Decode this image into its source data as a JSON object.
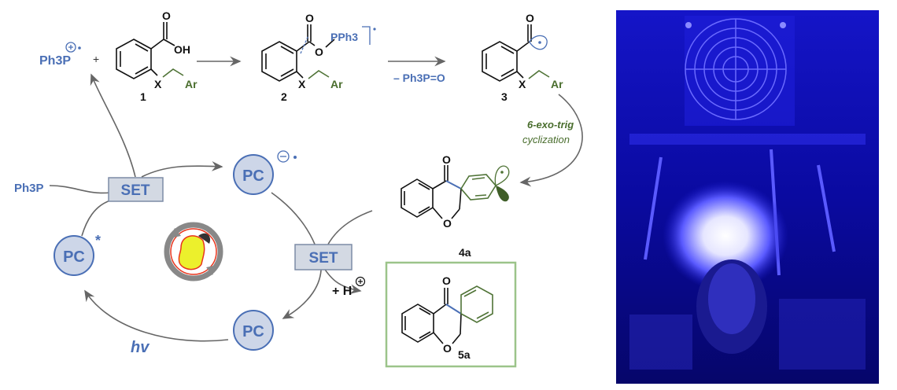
{
  "scheme": {
    "reagents": {
      "ph3p_radical_cation": "Ph3P",
      "plus": "+",
      "ph3p": "Ph3P",
      "byproduct": "– Ph3P=O",
      "proton": "+ H"
    },
    "compounds": {
      "c1": "1",
      "c2": "2",
      "c3": "3",
      "c4a": "4a",
      "c5a": "5a"
    },
    "atoms": {
      "O": "O",
      "OH": "OH",
      "X": "X",
      "Ar": "Ar",
      "PPh3": "PPh3"
    },
    "cyclization": {
      "line1": "6-exo-trig",
      "line2": "cyclization"
    },
    "photocatalyst": {
      "label": "PC",
      "excited_mark": "*"
    },
    "set_label": "SET",
    "light": "hv"
  },
  "colors": {
    "blue": "#4a6fb5",
    "green": "#4f7336",
    "box_green": "#9cc48a"
  }
}
